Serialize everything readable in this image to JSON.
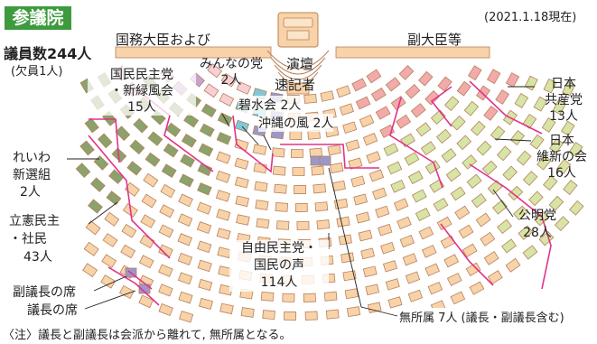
{
  "header": {
    "badge": "参議院",
    "date": "(2021.1.18現在)",
    "total_label": "議員数244人",
    "vacancy": "(欠員1人)"
  },
  "top_labels": {
    "ministers": "国務大臣および",
    "vice_ministers": "副大臣等",
    "podium": "演壇",
    "stenographers": "速記者"
  },
  "parties": [
    {
      "name_lines": [
        "国民民主党",
        "・新緑風会"
      ],
      "seats": "15人",
      "color": "#c8a2cf"
    },
    {
      "name_lines": [
        "みんなの党"
      ],
      "seats": "2人",
      "color": "#f7cfd4"
    },
    {
      "name_lines": [
        "碧水会 2人"
      ],
      "seats": "",
      "color": "#7ec8d9"
    },
    {
      "name_lines": [
        "沖縄の風 2人"
      ],
      "seats": "",
      "color": "#9b98c9"
    },
    {
      "name_lines": [
        "日本",
        "共産党"
      ],
      "seats": "13人",
      "color": "#cfe6f2"
    },
    {
      "name_lines": [
        "日本",
        "維新の会"
      ],
      "seats": "16人",
      "color": "#f2aaaa"
    },
    {
      "name_lines": [
        "れいわ",
        "新選組"
      ],
      "seats": "2人",
      "color": "#fff200"
    },
    {
      "name_lines": [
        "立憲民主",
        "・社民"
      ],
      "seats": "43人",
      "color": "#8aa26c"
    },
    {
      "name_lines": [
        "公明党"
      ],
      "seats": "28人",
      "color": "#d6e4a6"
    },
    {
      "name_lines": [
        "自由民主党・",
        "国民の声"
      ],
      "seats": "114人",
      "color": "#f8d3a9"
    },
    {
      "name_lines": [
        "無所属 7人 (議長・副議長含む)"
      ],
      "seats": "",
      "color": "#9b98c9"
    }
  ],
  "seat_labels": {
    "vice_president": "副議長の席",
    "president": "議長の席"
  },
  "note": "〈注〉議長と副議長は会派から離れて, 無所属となる。",
  "colors": {
    "badge_bg": "#3d9b3d",
    "divider": "#e0338a",
    "seat_border": "#b8815a",
    "podium": "#f8d3a9"
  }
}
